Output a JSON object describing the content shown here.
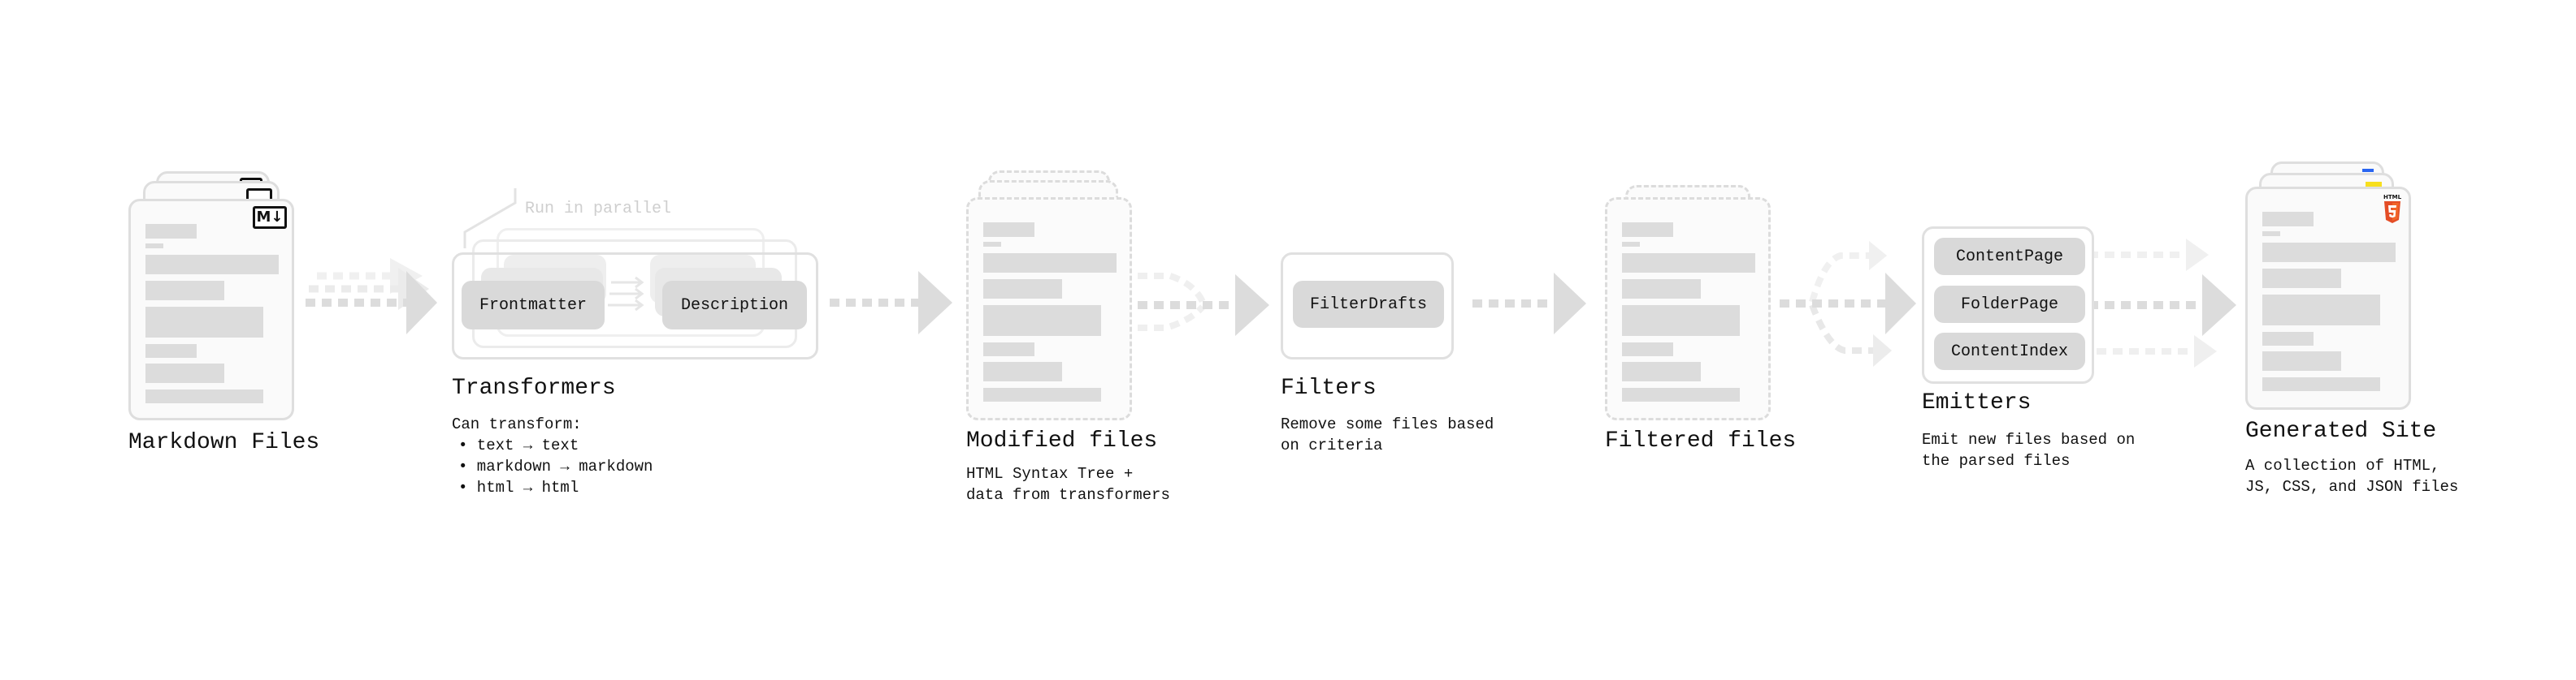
{
  "stages": {
    "markdown": {
      "title": "Markdown Files",
      "icon": "markdown-icon",
      "icon_text": "M↓"
    },
    "transformers": {
      "title": "Transformers",
      "parallel_note": "Run in parallel",
      "plugins": [
        "Frontmatter",
        "Description"
      ],
      "desc_heading": "Can transform:",
      "bullets": [
        "• text → text",
        "• markdown → markdown",
        "• html → html"
      ]
    },
    "modified": {
      "title": "Modified files",
      "desc": [
        "HTML Syntax Tree +",
        "data from transformers"
      ]
    },
    "filters": {
      "title": "Filters",
      "plugins": [
        "FilterDrafts"
      ],
      "desc": [
        "Remove some files based",
        "on criteria"
      ]
    },
    "filtered": {
      "title": "Filtered files"
    },
    "emitters": {
      "title": "Emitters",
      "plugins": [
        "ContentPage",
        "FolderPage",
        "ContentIndex"
      ],
      "desc": [
        "Emit new files based on",
        "the parsed files"
      ]
    },
    "generated": {
      "title": "Generated Site",
      "desc": [
        "A collection of HTML,",
        "JS, CSS, and JSON files"
      ],
      "icons": [
        "html5-icon",
        "js-icon",
        "css-icon"
      ],
      "icon_text": "HTML"
    }
  },
  "colors": {
    "html5": "#e44d26",
    "js": "#f7df1e",
    "css": "#2965f1",
    "block": "#d9d9d9"
  }
}
